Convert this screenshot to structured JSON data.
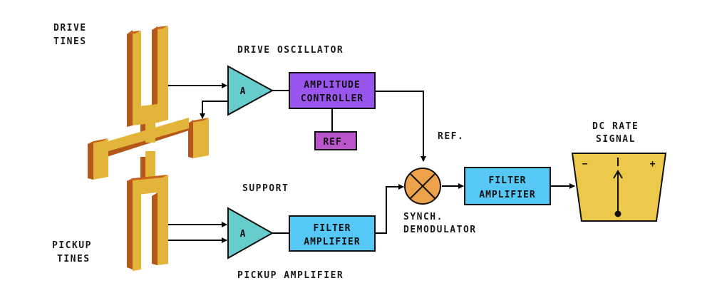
{
  "title": "Vibrating tuning-fork gyroscope block diagram",
  "labels": {
    "drive_tines": [
      "DRIVE",
      "TINES"
    ],
    "pickup_tines": [
      "PICKUP",
      "TINES"
    ],
    "drive_oscillator": "DRIVE OSCILLATOR",
    "support": "SUPPORT",
    "pickup_amplifier": "PICKUP AMPLIFIER",
    "ref": "REF.",
    "synch_demodulator": [
      "SYNCH.",
      "DEMODULATOR"
    ],
    "dc_rate_signal": [
      "DC RATE",
      "SIGNAL"
    ]
  },
  "blocks": {
    "drive_amp": {
      "symbol": "A"
    },
    "amplitude_controller": {
      "lines": [
        "AMPLITUDE",
        "CONTROLLER"
      ]
    },
    "ref_box": {
      "text": "REF."
    },
    "pickup_amp": {
      "symbol": "A"
    },
    "filter_amp_lower": {
      "lines": [
        "FILTER",
        "AMPLIFIER"
      ]
    },
    "filter_amp_right": {
      "lines": [
        "FILTER",
        "AMPLIFIER"
      ]
    },
    "meter": {
      "minus": "−",
      "plus": "+"
    }
  },
  "colors": {
    "fork_face": "#e2b43a",
    "fork_shadow": "#b5561a",
    "amplifier": "#66cccc",
    "amplitude_controller": "#9955ee",
    "ref_box": "#bb55cc",
    "filter": "#55c8f5",
    "demodulator": "#eea24a",
    "meter": "#ecc94a"
  }
}
